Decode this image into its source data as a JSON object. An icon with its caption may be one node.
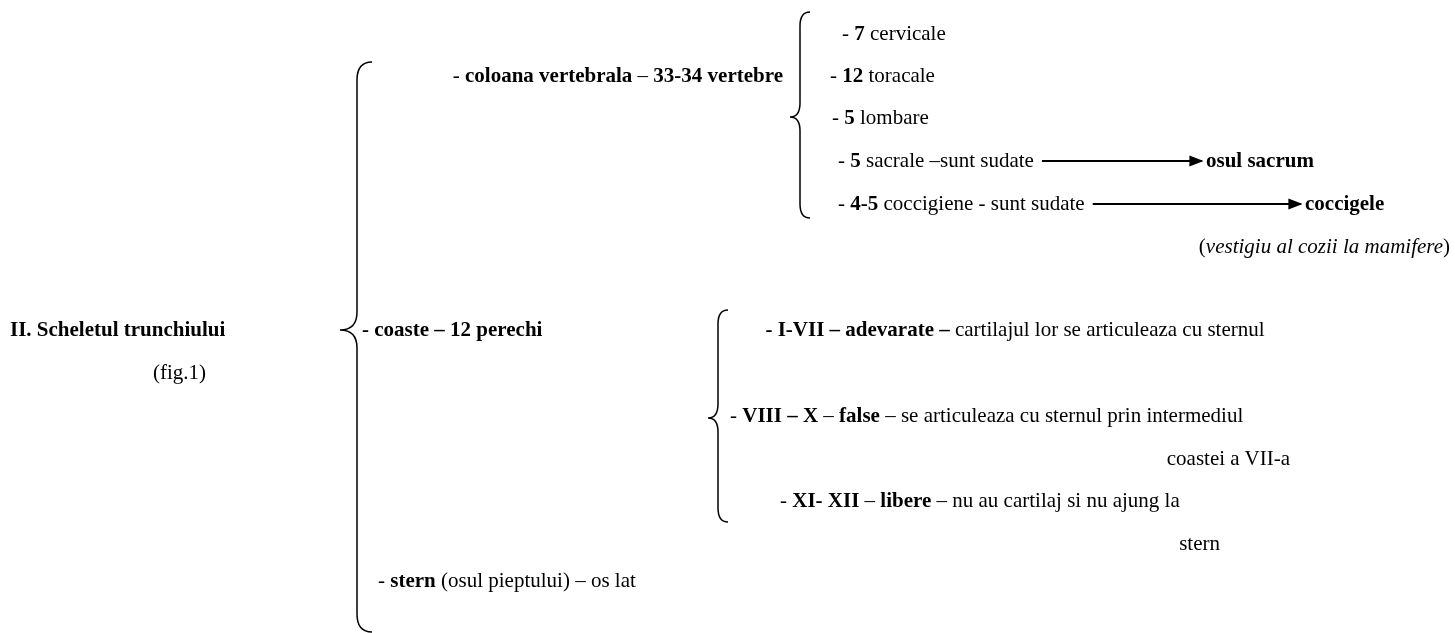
{
  "diagram": {
    "nodes": [
      {
        "text": [
          "- **5** sacrale –sunt sudate"
        ]
      },
      {
        "text": [
          "osul sacrum"
        ]
      },
      {
        "text": [
          "- **4-5** coccigiene - sunt sudate"
        ]
      },
      {
        "text": [
          "coccigele"
        ]
      }
    ],
    "edges": [
      {
        "from": 0,
        "to": 1,
        "arrow": "to"
      },
      {
        "from": 2,
        "to": 3,
        "arrow": "to"
      }
    ],
    "labels": [
      "II. Scheletul trunchiului",
      "(fig.1)",
      "- **coloana vertebrala** – **33-34 vertebre**",
      "- **7** cervicale",
      "- **12** toracale",
      "- **5** lombare",
      "(*vestigiu al cozii la mamifere*)",
      "- coaste – 12 perechi",
      "**- I-VII – adevarate –** cartilajul lor se articuleaza cu sternul",
      "- **VIII – X** – **false** – se articuleaza cu sternul prin intermediul coastei a VII-a",
      "- **XI- XII** – **libere** – nu au cartilaj si nu ajung la stern",
      "- **stern** (osul pieptului) – os lat"
    ]
  }
}
